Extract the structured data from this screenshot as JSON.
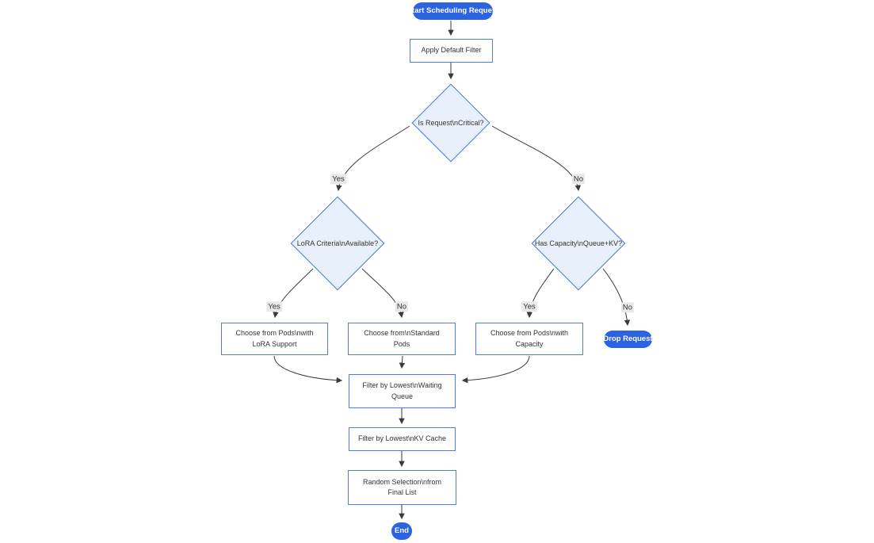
{
  "diagram": {
    "type": "flowchart",
    "direction": "top-down",
    "nodes": {
      "start": {
        "label": "Start Scheduling Request",
        "shape": "stadium"
      },
      "apply_filter": {
        "label": "Apply Default Filter",
        "shape": "process"
      },
      "is_critical": {
        "label": "Is Request\\nCritical?",
        "shape": "decision"
      },
      "lora_criteria": {
        "label": "LoRA Criteria\\nAvailable?",
        "shape": "decision"
      },
      "has_capacity": {
        "label": "Has Capacity\\nQueue+KV?",
        "shape": "decision"
      },
      "choose_lora_pods": {
        "label": "Choose from Pods\\nwith LoRA Support",
        "shape": "process"
      },
      "choose_standard_pods": {
        "label": "Choose from\\nStandard Pods",
        "shape": "process"
      },
      "choose_capacity_pods": {
        "label": "Choose from Pods\\nwith Capacity",
        "shape": "process"
      },
      "drop_request": {
        "label": "Drop Request",
        "shape": "stadium"
      },
      "filter_waiting_queue": {
        "label": "Filter by Lowest\\nWaiting Queue",
        "shape": "process"
      },
      "filter_kv_cache": {
        "label": "Filter by Lowest\\nKV Cache",
        "shape": "process"
      },
      "random_selection": {
        "label": "Random Selection\\nfrom Final List",
        "shape": "process"
      },
      "end": {
        "label": "End",
        "shape": "stadium"
      }
    },
    "edges": [
      {
        "from": "start",
        "to": "apply_filter",
        "label": ""
      },
      {
        "from": "apply_filter",
        "to": "is_critical",
        "label": ""
      },
      {
        "from": "is_critical",
        "to": "lora_criteria",
        "label": "Yes"
      },
      {
        "from": "is_critical",
        "to": "has_capacity",
        "label": "No"
      },
      {
        "from": "lora_criteria",
        "to": "choose_lora_pods",
        "label": "Yes"
      },
      {
        "from": "lora_criteria",
        "to": "choose_standard_pods",
        "label": "No"
      },
      {
        "from": "has_capacity",
        "to": "choose_capacity_pods",
        "label": "Yes"
      },
      {
        "from": "has_capacity",
        "to": "drop_request",
        "label": "No"
      },
      {
        "from": "choose_lora_pods",
        "to": "filter_waiting_queue",
        "label": ""
      },
      {
        "from": "choose_standard_pods",
        "to": "filter_waiting_queue",
        "label": ""
      },
      {
        "from": "choose_capacity_pods",
        "to": "filter_waiting_queue",
        "label": ""
      },
      {
        "from": "filter_waiting_queue",
        "to": "filter_kv_cache",
        "label": ""
      },
      {
        "from": "filter_kv_cache",
        "to": "random_selection",
        "label": ""
      },
      {
        "from": "random_selection",
        "to": "end",
        "label": ""
      }
    ],
    "colors": {
      "pill-fill": "#2b63e0",
      "process-fill": "#ffffff",
      "process-border": "#4d7ee2",
      "diamond-fill": "#e8f1fb",
      "diamond-border": "#3b74df",
      "edge-color": "#3a3a3a",
      "edge-label-bg": "#e8e8e8"
    }
  }
}
